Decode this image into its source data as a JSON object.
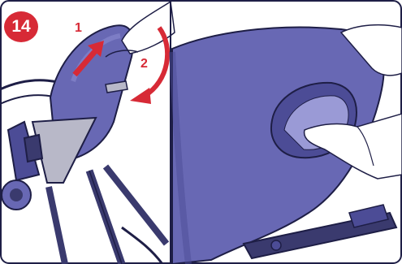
{
  "step_number": "14",
  "callouts": {
    "first": "1",
    "second": "2"
  },
  "colors": {
    "accent_red": "#d72a36",
    "seat_blue": "#6868b4",
    "seat_blue_dark": "#4c4c96",
    "frame_blue": "#3a3a6e",
    "outline": "#1e1e46",
    "skin": "#ffffff"
  },
  "icons": [
    "push-arrow-icon",
    "rotate-arrow-icon",
    "hand-icon"
  ]
}
